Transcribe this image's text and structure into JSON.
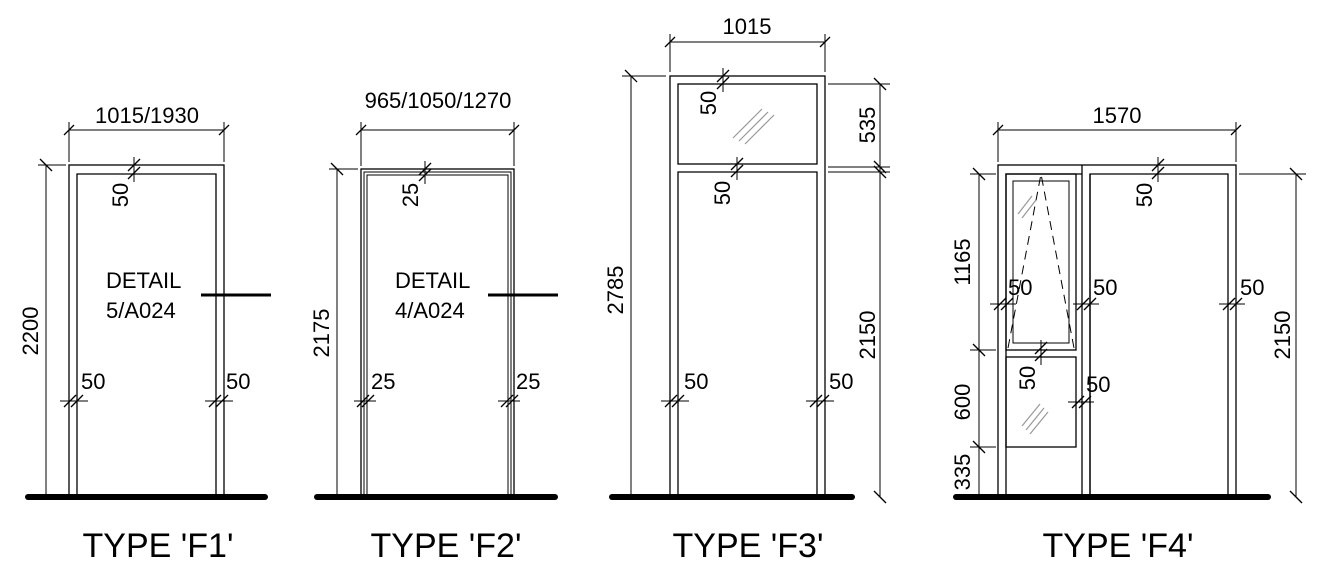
{
  "types": [
    {
      "title": "TYPE 'F1'",
      "width": "1015/1930",
      "height": "2200",
      "frame_top": "50",
      "jamb_left": "50",
      "jamb_right": "50",
      "detail_line1": "DETAIL",
      "detail_line2": "5/A024"
    },
    {
      "title": "TYPE 'F2'",
      "width": "965/1050/1270",
      "height": "2175",
      "frame_top": "25",
      "jamb_left": "25",
      "jamb_right": "25",
      "detail_line1": "DETAIL",
      "detail_line2": "4/A024"
    },
    {
      "title": "TYPE 'F3'",
      "width": "1015",
      "height_total": "2785",
      "transom_height": "535",
      "door_height": "2150",
      "transom_frame": "50",
      "mid_rail": "50",
      "jamb_left": "50",
      "jamb_right": "50"
    },
    {
      "title": "TYPE 'F4'",
      "width": "1570",
      "upper_panel": "1165",
      "lower_panel": "600",
      "base_panel": "335",
      "height": "2150",
      "frame_top": "50",
      "sidelight_left": "50",
      "sidelight_right": "50",
      "door_right": "50",
      "mid_rail": "50",
      "lower_right": "50"
    }
  ]
}
